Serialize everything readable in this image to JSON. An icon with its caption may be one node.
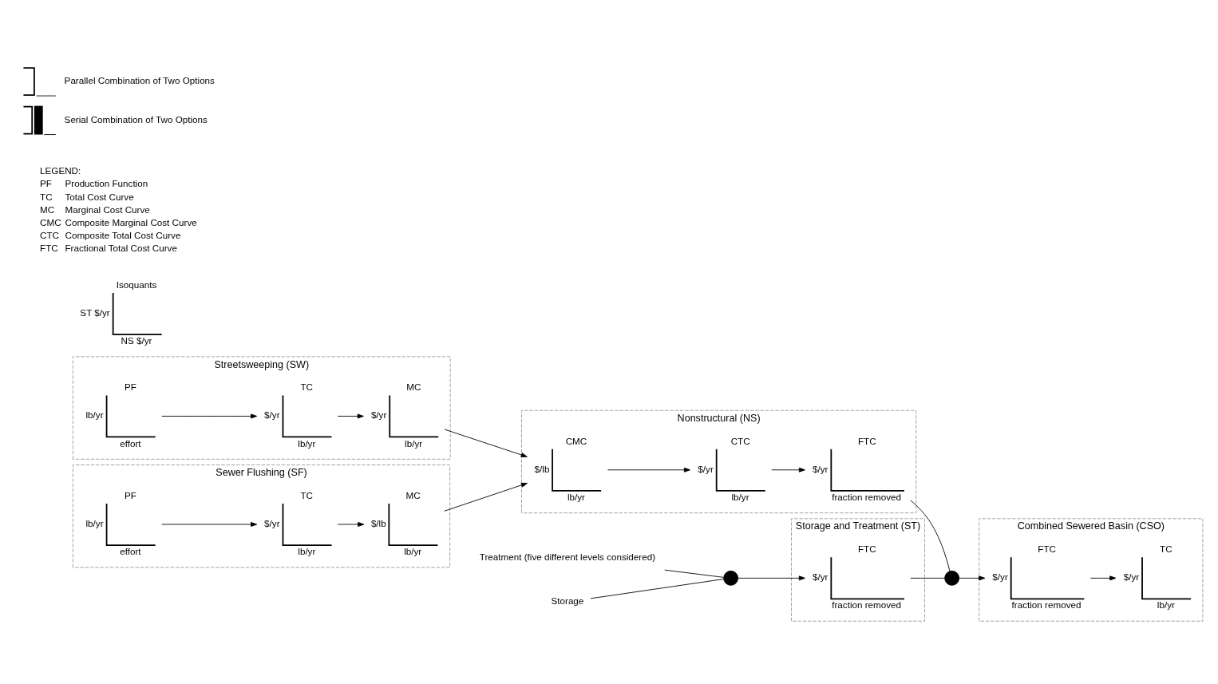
{
  "diagram": {
    "nodes": [
      {
        "text": [
          "Streetsweeping (SW)"
        ]
      },
      {
        "text": [
          "PF",
          "lb/yr",
          "effort"
        ],
        "in": 0
      },
      {
        "text": [
          "TC",
          "$/yr",
          "lb/yr"
        ],
        "in": 0
      },
      {
        "text": [
          "MC",
          "$/yr",
          "lb/yr"
        ],
        "in": 0
      },
      {
        "text": [
          "Sewer Flushing (SF)"
        ]
      },
      {
        "text": [
          "PF",
          "lb/yr",
          "effort"
        ],
        "in": 4
      },
      {
        "text": [
          "TC",
          "$/yr",
          "lb/yr"
        ],
        "in": 4
      },
      {
        "text": [
          "MC",
          "$/lb",
          "lb/yr"
        ],
        "in": 4
      },
      {
        "text": [
          "Nonstructural (NS)"
        ]
      },
      {
        "text": [
          "CMC",
          "$/lb",
          "lb/yr"
        ],
        "in": 8
      },
      {
        "text": [
          "CTC",
          "$/yr",
          "lb/yr"
        ],
        "in": 8
      },
      {
        "text": [
          "FTC",
          "$/yr",
          "fraction removed"
        ],
        "in": 8
      },
      {
        "text": [
          "Storage and Treatment (ST)"
        ]
      },
      {
        "text": [
          "FTC",
          "$/yr",
          "fraction removed"
        ],
        "in": 12
      },
      {
        "text": [
          "Treatment (five different levels considered)"
        ]
      },
      {
        "text": [
          "Storage"
        ]
      },
      {
        "text": [],
        "shape": "circle"
      },
      {
        "text": [
          "Isoquants",
          "ST $/yr",
          "NS $/yr"
        ]
      },
      {
        "text": [],
        "shape": "circle"
      },
      {
        "text": [
          "Combined Sewered Basin (CSO)"
        ]
      },
      {
        "text": [
          "FTC",
          "$/yr",
          "fraction removed"
        ],
        "in": 19
      },
      {
        "text": [
          "TC",
          "$/yr",
          "lb/yr"
        ],
        "in": 19
      }
    ],
    "edges": [
      {
        "from": 1,
        "to": 2,
        "arrow": "to"
      },
      {
        "from": 2,
        "to": 3,
        "arrow": "to"
      },
      {
        "from": 5,
        "to": 6,
        "arrow": "to"
      },
      {
        "from": 6,
        "to": 7,
        "arrow": "to"
      },
      {
        "from": 3,
        "to": 9,
        "arrow": "to"
      },
      {
        "from": 7,
        "to": 9,
        "arrow": "to"
      },
      {
        "from": 9,
        "to": 10,
        "arrow": "to"
      },
      {
        "from": 10,
        "to": 11,
        "arrow": "to"
      },
      {
        "from": 14,
        "to": 16,
        "arrow": "none"
      },
      {
        "from": 15,
        "to": 16,
        "arrow": "none"
      },
      {
        "from": 16,
        "to": 13,
        "arrow": "to"
      },
      {
        "from": 11,
        "to": 18,
        "arrow": "none"
      },
      {
        "from": 13,
        "to": 18,
        "arrow": "none"
      },
      {
        "from": 18,
        "to": 20,
        "arrow": "to"
      },
      {
        "from": 20,
        "to": 21,
        "arrow": "to"
      }
    ],
    "labels": [
      "LEGEND:",
      "PF",
      "Production Function",
      "TC",
      "Total Cost Curve",
      "MC",
      "Marginal Cost Curve",
      "CMC",
      "Composite Marginal Cost Curve",
      "CTC",
      "Composite Total Cost Curve",
      "FTC",
      "Fractional Total Cost Curve"
    ],
    "legend": [
      {
        "text": "Parallel Combination of Two Options"
      },
      {
        "text": "Serial Combination of Two Options"
      }
    ]
  }
}
